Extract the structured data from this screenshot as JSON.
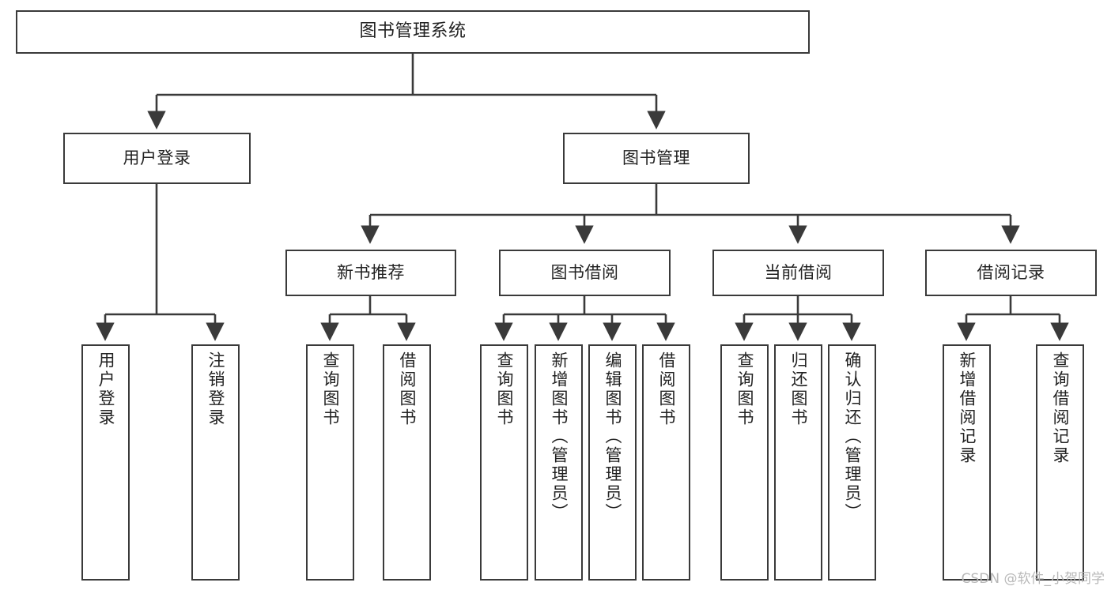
{
  "diagram": {
    "title": "图书管理系统",
    "type": "tree-hierarchy-chart",
    "colors": {
      "node_border": "#3a3a3a",
      "node_fill": "#ffffff",
      "edge": "#3a3a3a",
      "text": "#222222",
      "watermark": "#b8b8b8"
    },
    "levels": {
      "root": {
        "label": "图书管理系统"
      },
      "level2": [
        {
          "label": "用户登录"
        },
        {
          "label": "图书管理"
        }
      ],
      "level3": [
        {
          "label": "新书推荐"
        },
        {
          "label": "图书借阅"
        },
        {
          "label": "当前借阅"
        },
        {
          "label": "借阅记录"
        }
      ],
      "leaves": {
        "user_login": [
          {
            "label": "用户登录"
          },
          {
            "label": "注销登录"
          }
        ],
        "new_book_recommend": [
          {
            "label": "查询图书"
          },
          {
            "label": "借阅图书"
          }
        ],
        "book_borrow": [
          {
            "label": "查询图书"
          },
          {
            "label": "新增图书（管理员）"
          },
          {
            "label": "编辑图书（管理员）"
          },
          {
            "label": "借阅图书"
          }
        ],
        "current_borrow": [
          {
            "label": "查询图书"
          },
          {
            "label": "归还图书"
          },
          {
            "label": "确认归还（管理员）"
          }
        ],
        "borrow_record": [
          {
            "label": "新增借阅记录"
          },
          {
            "label": "查询借阅记录"
          }
        ]
      }
    }
  },
  "watermark": {
    "text": "CSDN @软件_小贺同学"
  }
}
